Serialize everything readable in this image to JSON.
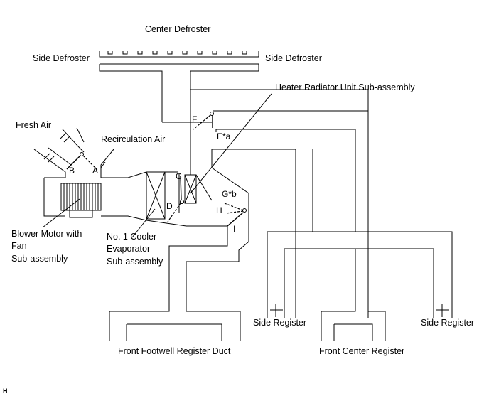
{
  "labels": {
    "center_defroster": "Center Defroster",
    "side_defroster_left": "Side Defroster",
    "side_defroster_right": "Side Defroster",
    "heater_radiator": "Heater Radiator Unit Sub-assembly",
    "fresh_air": "Fresh Air",
    "recirculation_air": "Recirculation Air",
    "blower_line1": "Blower Motor with",
    "blower_line2": "Fan",
    "blower_line3": "Sub-assembly",
    "evap_line1": "No. 1 Cooler",
    "evap_line2": "Evaporator",
    "evap_line3": "Sub-assembly",
    "side_register_left": "Side Register",
    "side_register_right": "Side Register",
    "front_footwell": "Front Footwell Register Duct",
    "front_center": "Front Center Register",
    "corner_mark": "H"
  },
  "dampers": {
    "A": "A",
    "B": "B",
    "C": "C",
    "D": "D",
    "E": "E*a",
    "F": "F",
    "G": "G*b",
    "H": "H",
    "I": "I"
  }
}
